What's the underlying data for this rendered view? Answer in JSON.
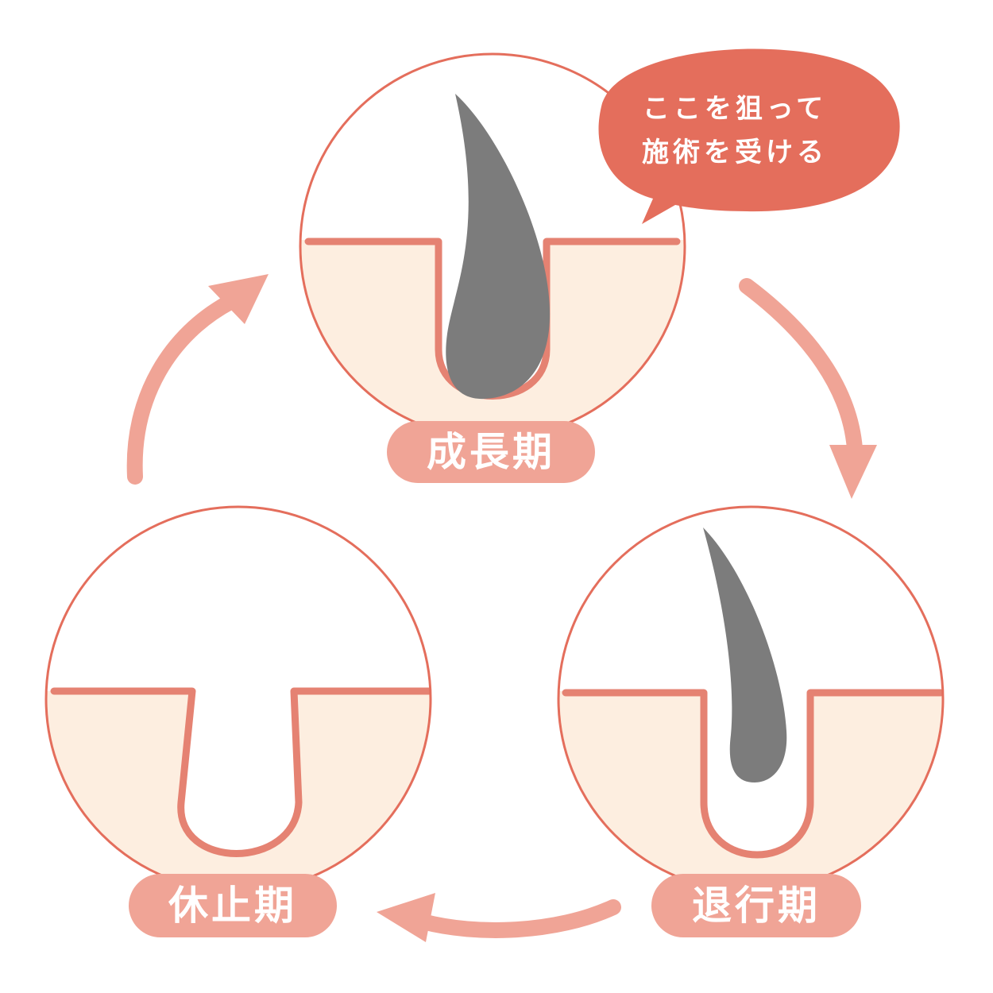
{
  "colors": {
    "circle_stroke": "#e46e5c",
    "skin_line": "#e58272",
    "skin_fill": "#fdeee0",
    "hair": "#7c7c7c",
    "label_pill": "#f0a496",
    "cycle_arrow": "#f0a496",
    "bubble": "#e46e5c",
    "text_on_color": "#ffffff"
  },
  "stages": {
    "growth": {
      "label": "成長期"
    },
    "regression": {
      "label": "退行期"
    },
    "rest": {
      "label": "休止期"
    }
  },
  "callout": {
    "line1": "ここを狙って",
    "line2": "施術を受ける"
  },
  "icons": {
    "cycle_arrows": "curved-arrow-icon",
    "hair_strand": "hair-icon"
  }
}
